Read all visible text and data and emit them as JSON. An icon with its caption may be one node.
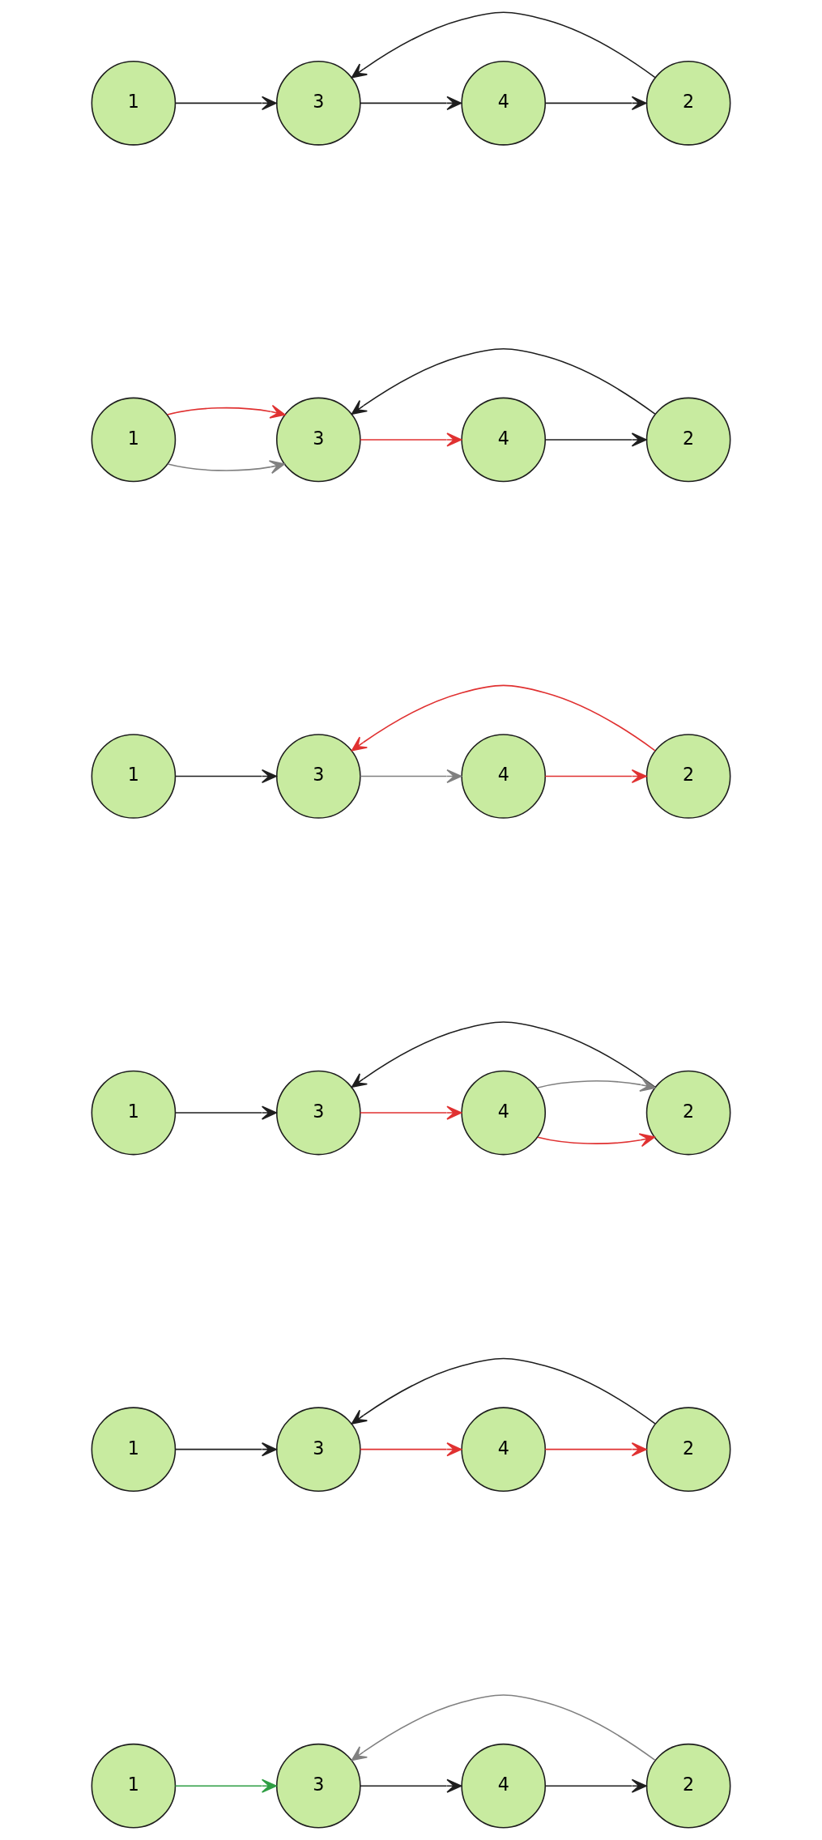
{
  "diagram": {
    "nodes": [
      {
        "text": [
          "1"
        ]
      },
      {
        "text": [
          "3"
        ]
      },
      {
        "text": [
          "4"
        ]
      },
      {
        "text": [
          "2"
        ]
      },
      {
        "text": [
          "1"
        ]
      },
      {
        "text": [
          "3"
        ]
      },
      {
        "text": [
          "4"
        ]
      },
      {
        "text": [
          "2"
        ]
      },
      {
        "text": [
          "1"
        ]
      },
      {
        "text": [
          "3"
        ]
      },
      {
        "text": [
          "4"
        ]
      },
      {
        "text": [
          "2"
        ]
      },
      {
        "text": [
          "1"
        ]
      },
      {
        "text": [
          "3"
        ]
      },
      {
        "text": [
          "4"
        ]
      },
      {
        "text": [
          "2"
        ]
      },
      {
        "text": [
          "1"
        ]
      },
      {
        "text": [
          "3"
        ]
      },
      {
        "text": [
          "4"
        ]
      },
      {
        "text": [
          "2"
        ]
      },
      {
        "text": [
          "1"
        ]
      },
      {
        "text": [
          "3"
        ]
      },
      {
        "text": [
          "4"
        ]
      },
      {
        "text": [
          "2"
        ]
      }
    ],
    "edges": [
      {
        "from": 0,
        "to": 1,
        "arrow": "to"
      },
      {
        "from": 1,
        "to": 2,
        "arrow": "to"
      },
      {
        "from": 2,
        "to": 3,
        "arrow": "to"
      },
      {
        "from": 3,
        "to": 1,
        "arrow": "to"
      },
      {
        "from": 4,
        "to": 5,
        "arrow": "to",
        "color": "#808080"
      },
      {
        "from": 4,
        "to": 5,
        "arrow": "to",
        "color": "#e03131"
      },
      {
        "from": 5,
        "to": 6,
        "arrow": "to",
        "color": "#e03131"
      },
      {
        "from": 6,
        "to": 7,
        "arrow": "to"
      },
      {
        "from": 7,
        "to": 5,
        "arrow": "to"
      },
      {
        "from": 8,
        "to": 9,
        "arrow": "to"
      },
      {
        "from": 9,
        "to": 10,
        "arrow": "to",
        "color": "#808080"
      },
      {
        "from": 10,
        "to": 11,
        "arrow": "to",
        "color": "#e03131"
      },
      {
        "from": 11,
        "to": 9,
        "arrow": "to",
        "color": "#e03131"
      },
      {
        "from": 12,
        "to": 13,
        "arrow": "to"
      },
      {
        "from": 13,
        "to": 14,
        "arrow": "to",
        "color": "#e03131"
      },
      {
        "from": 14,
        "to": 15,
        "arrow": "to",
        "color": "#e03131"
      },
      {
        "from": 14,
        "to": 15,
        "arrow": "to",
        "color": "#808080"
      },
      {
        "from": 15,
        "to": 13,
        "arrow": "to"
      },
      {
        "from": 16,
        "to": 17,
        "arrow": "to"
      },
      {
        "from": 17,
        "to": 18,
        "arrow": "to",
        "color": "#e03131"
      },
      {
        "from": 18,
        "to": 19,
        "arrow": "to",
        "color": "#e03131"
      },
      {
        "from": 19,
        "to": 17,
        "arrow": "to"
      },
      {
        "from": 20,
        "to": 21,
        "arrow": "to",
        "color": "#2f9e44"
      },
      {
        "from": 21,
        "to": 22,
        "arrow": "to"
      },
      {
        "from": 22,
        "to": 23,
        "arrow": "to"
      },
      {
        "from": 23,
        "to": 21,
        "arrow": "to",
        "color": "#808080"
      }
    ]
  }
}
